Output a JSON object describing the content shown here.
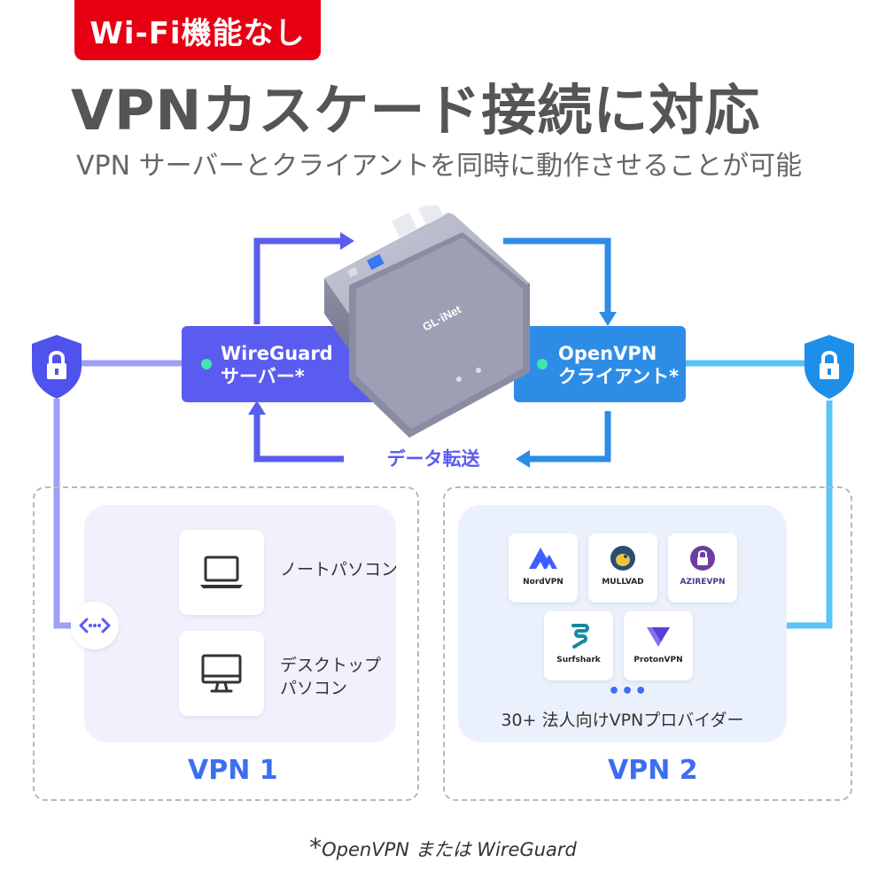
{
  "badge": {
    "text": "Wi-Fi機能なし",
    "color": "#e60012"
  },
  "headline": "VPNカスケード接続に対応",
  "subline": "VPN サーバーとクライアントを同時に動作させることが可能",
  "device": {
    "brand": "GL·iNet"
  },
  "wireguard": {
    "line1": "WireGuard",
    "line2": "サーバー*",
    "color": "#5a5cf0"
  },
  "openvpn": {
    "line1": "OpenVPN",
    "line2": "クライアント*",
    "color": "#2d8de6"
  },
  "transfer_label": "データ転送",
  "vpn1": {
    "label": "VPN 1",
    "devices": [
      {
        "icon": "laptop-icon",
        "label": "ノートパソコン"
      },
      {
        "icon": "desktop-icon",
        "label_line1": "デスクトップ",
        "label_line2": "パソコン"
      }
    ]
  },
  "vpn2": {
    "label": "VPN 2",
    "providers": [
      {
        "name": "NordVPN",
        "icon": "nordvpn-logo"
      },
      {
        "name": "MULLVAD",
        "icon": "mullvad-logo"
      },
      {
        "name": "AZIREVPN",
        "icon": "azirevpn-logo"
      },
      {
        "name": "Surfshark",
        "icon": "surfshark-logo"
      },
      {
        "name": "ProtonVPN",
        "icon": "protonvpn-logo"
      }
    ],
    "more": "•••",
    "providers_text": "30+ 法人向けVPNプロバイダー"
  },
  "footnote": {
    "star": "*",
    "text": "OpenVPN または WireGuard"
  }
}
